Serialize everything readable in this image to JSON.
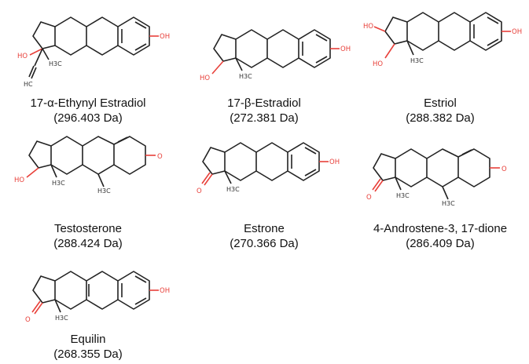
{
  "molecules": [
    {
      "name": "17-α-Ethynyl Estradiol",
      "mass": "(296.403 Da)"
    },
    {
      "name": "17-β-Estradiol",
      "mass": "(272.381 Da)"
    },
    {
      "name": "Estriol",
      "mass": "(288.382 Da)"
    },
    {
      "name": "Testosterone",
      "mass": "(288.424 Da)"
    },
    {
      "name": "Estrone",
      "mass": "(270.366 Da)"
    },
    {
      "name": "4-Androstene-3, 17-dione",
      "mass": "(286.409 Da)"
    },
    {
      "name": "Equilin",
      "mass": "(268.355 Da)"
    }
  ],
  "atom_labels": {
    "oh": "OH",
    "ho": "HO",
    "o": "O",
    "h3c": "H3C",
    "hc": "HC"
  },
  "colors": {
    "heteroatom": "#e8403a",
    "bond": "#222222",
    "text": "#111111"
  }
}
